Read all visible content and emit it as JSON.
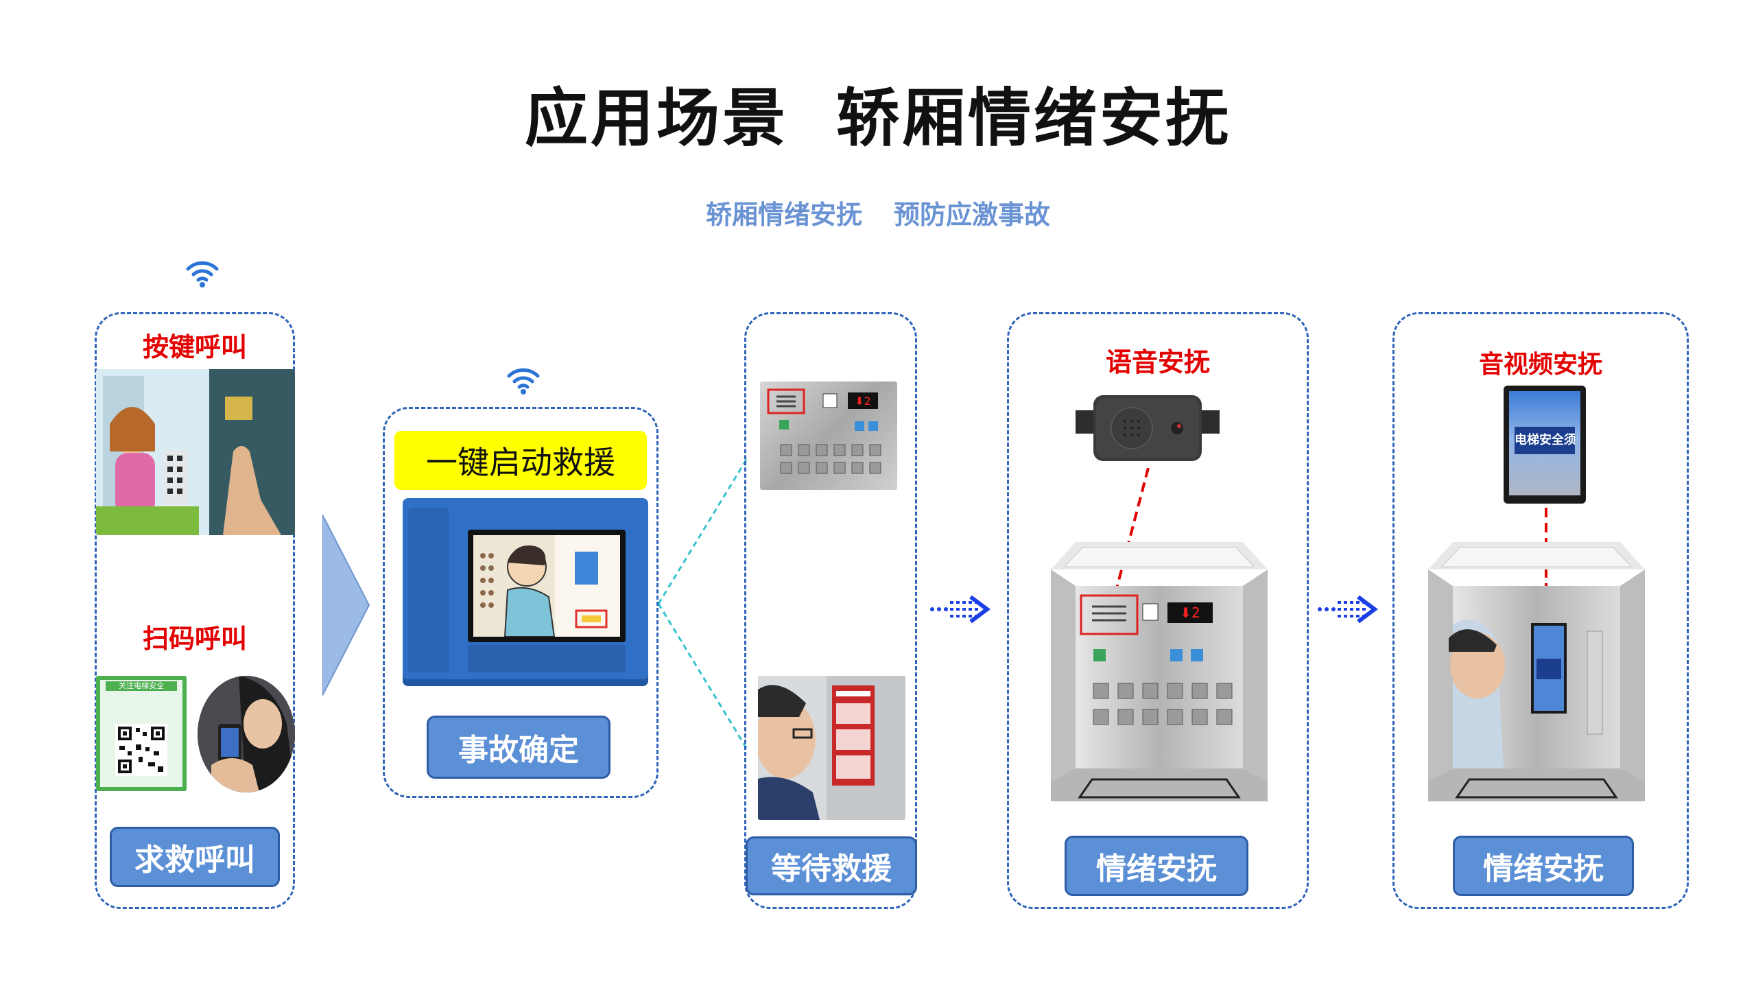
{
  "header": {
    "title_part1": "应用场景",
    "title_part2": "轿厢情绪安抚",
    "subtitle_part1": "轿厢情绪安抚",
    "subtitle_part2": "预防应激事故"
  },
  "stage_call": {
    "label_button_call": "按键呼叫",
    "label_scan_call": "扫码呼叫",
    "qr_sign_header": "关注电梯安全",
    "button": "求救呼叫"
  },
  "stage_confirm": {
    "one_key_label": "一键启动救援",
    "button": "事故确定"
  },
  "stage_wait": {
    "button": "等待救援"
  },
  "stage_voice": {
    "label": "语音安抚",
    "button": "情绪安抚"
  },
  "stage_video": {
    "label": "音视频安抚",
    "screen_text": "电梯安全须知",
    "button": "情绪安抚"
  },
  "colors": {
    "panel_border": "#2d63b8",
    "button_fill": "#5b8fd6",
    "red_label": "#e30000",
    "subtitle": "#6a93d4",
    "arrow": "#1a3fe6"
  }
}
